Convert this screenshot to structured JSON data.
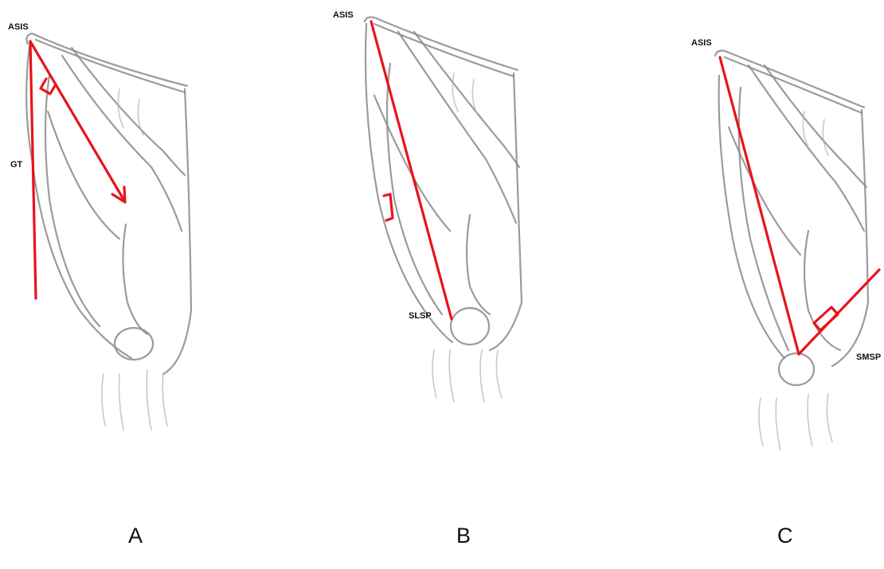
{
  "annotation_color": "#e8131b",
  "panels": {
    "A": {
      "caption": "A",
      "labels": {
        "asis": "ASIS",
        "gt": "GT"
      }
    },
    "B": {
      "caption": "B",
      "labels": {
        "asis": "ASIS",
        "slsp": "SLSP"
      }
    },
    "C": {
      "caption": "C",
      "labels": {
        "asis": "ASIS",
        "smsp": "SMSP"
      }
    }
  }
}
